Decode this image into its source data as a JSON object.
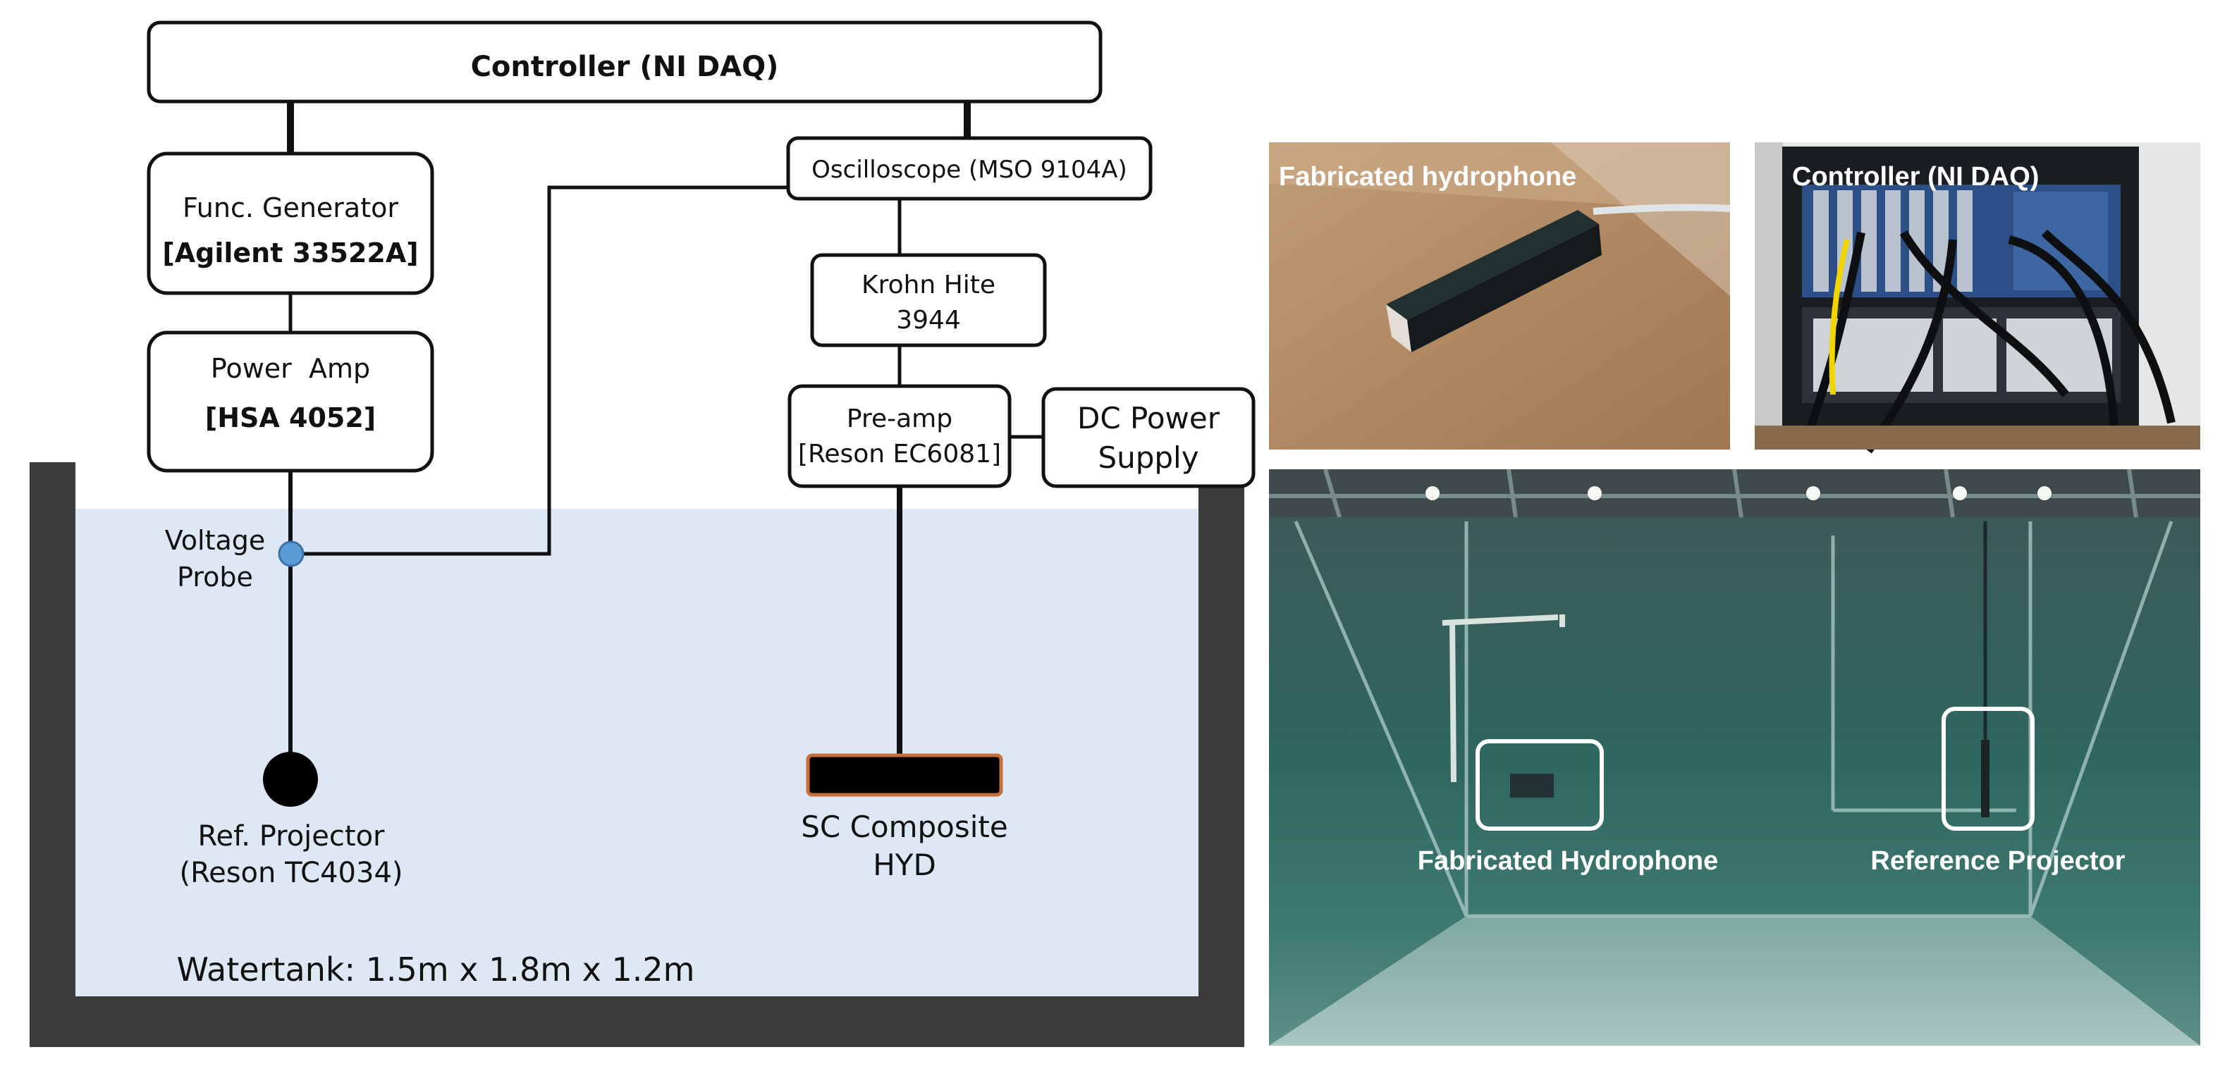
{
  "diagram": {
    "controller": "Controller (NI DAQ)",
    "func_gen": [
      "Func. Generator",
      "[Agilent 33522A]"
    ],
    "power_amp": [
      "Power  Amp",
      "[HSA 4052]"
    ],
    "oscilloscope": "Oscilloscope (MSO 9104A)",
    "krohn": [
      "Krohn Hite",
      "3944"
    ],
    "preamp": [
      "Pre-amp",
      "[Reson EC6081]"
    ],
    "dc_power": [
      "DC Power",
      "Supply"
    ],
    "voltage_probe": [
      "Voltage",
      "Probe"
    ],
    "ref_projector": [
      "Ref. Projector",
      "(Reson TC4034)"
    ],
    "sc_hyd": [
      "SC Composite",
      "HYD"
    ],
    "watertank": "Watertank: 1.5m x 1.8m x 1.2m"
  },
  "photos": {
    "hydrophone_title": "Fabricated hydrophone",
    "controller_title": "Controller (NI DAQ)",
    "tank_label_hydrophone": "Fabricated Hydrophone",
    "tank_label_projector": "Reference Projector"
  },
  "colors": {
    "water": "#dde8f4",
    "tank_wall": "#3c3c3c",
    "probe": "#5b9bd5",
    "hyd_border": "#c8703a",
    "tank_photo": "#2f5a56"
  }
}
